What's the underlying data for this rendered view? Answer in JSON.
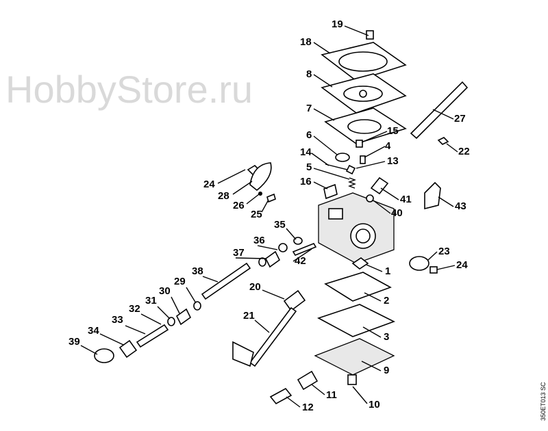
{
  "diagram": {
    "title_code": "350ET013 SC",
    "watermark": "HobbyStore.ru",
    "callouts": [
      "19",
      "18",
      "8",
      "7",
      "15",
      "6",
      "4",
      "14",
      "13",
      "5",
      "16",
      "24",
      "28",
      "26",
      "25",
      "41",
      "40",
      "43",
      "27",
      "22",
      "35",
      "42",
      "23",
      "24",
      "1",
      "2",
      "3",
      "9",
      "10",
      "11",
      "12",
      "20",
      "21",
      "38",
      "29",
      "30",
      "31",
      "32",
      "33",
      "34",
      "39",
      "36",
      "37"
    ]
  }
}
